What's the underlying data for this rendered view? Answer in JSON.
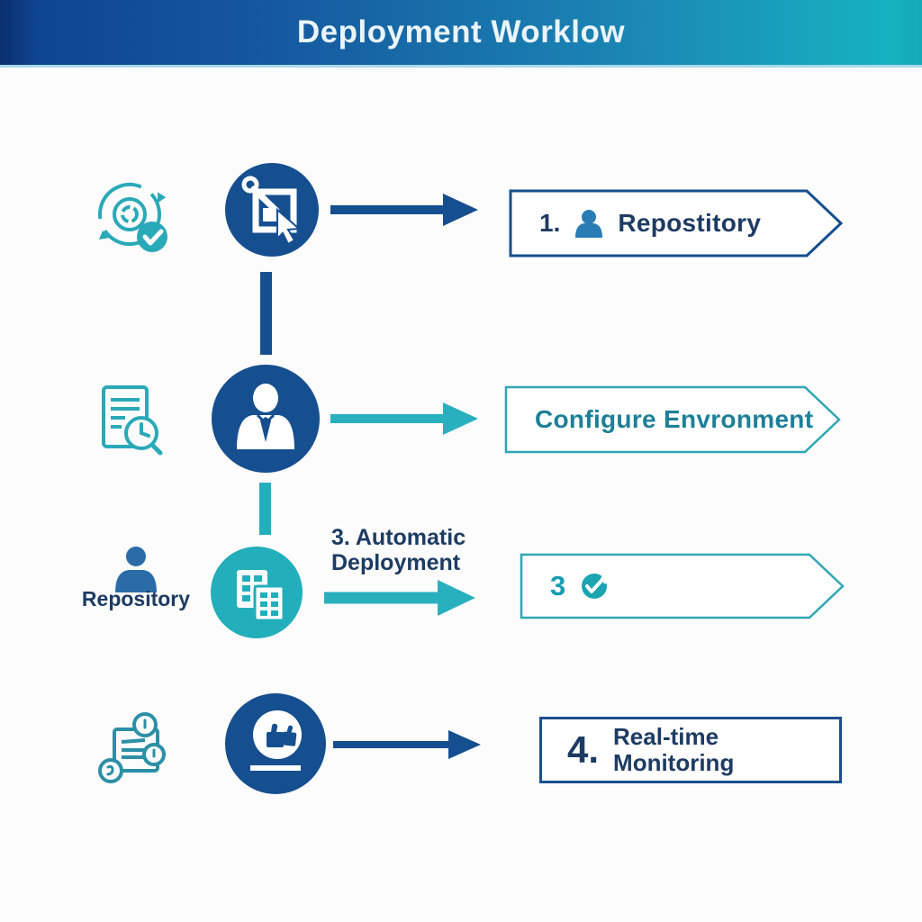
{
  "header": {
    "title": "Deployment Worklow"
  },
  "colors": {
    "primary_blue": "#164f8f",
    "teal": "#23aebc",
    "navy_text": "#1d3b63",
    "teal_text": "#1e7f98",
    "banner_border_blue": "#1d4f8c",
    "banner_border_teal": "#2fa6b4",
    "header_gradient_start": "#0f4590",
    "header_gradient_end": "#16b1c0"
  },
  "rows": [
    {
      "side_icon": "sync-check-icon",
      "circle_icon": "commit-select-icon",
      "banner": {
        "number": "1.",
        "icon": "user-icon",
        "label": "Repostitory"
      }
    },
    {
      "side_icon": "document-clock-icon",
      "circle_icon": "businessman-icon",
      "banner": {
        "label": "Configure Envronment"
      }
    },
    {
      "side_icon": "user-icon",
      "side_label": "Repository",
      "circle_icon": "modules-icon",
      "annotation": {
        "line1": "3. Automatic",
        "line2": "Deployment"
      },
      "banner": {
        "number": "3",
        "icon": "check-circle-icon"
      }
    },
    {
      "side_icon": "document-badges-icon",
      "circle_icon": "approval-icon",
      "banner": {
        "number": "4.",
        "line1": "Real-time",
        "line2": "Monitoring"
      }
    }
  ]
}
